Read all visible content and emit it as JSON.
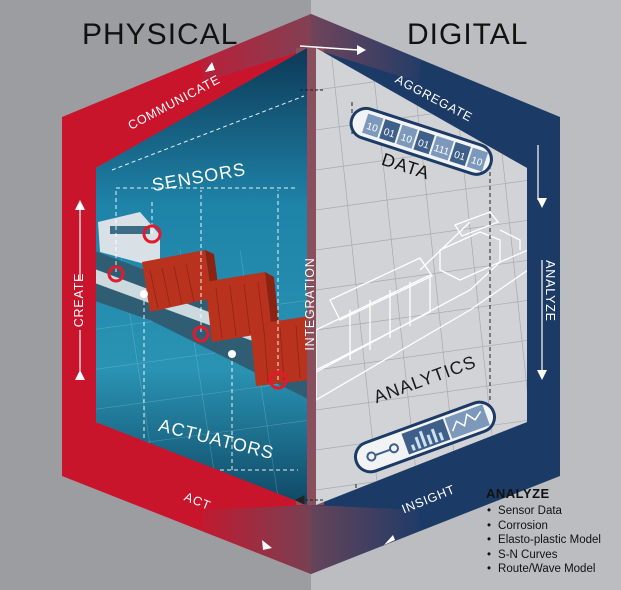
{
  "titles": {
    "physical": "PHYSICAL",
    "digital": "DIGITAL"
  },
  "cycle": {
    "communicate": "COMMUNICATE",
    "aggregate": "AGGREGATE",
    "analyze": "ANALYZE",
    "insight": "INSIGHT",
    "act": "ACT",
    "create": "CREATE",
    "integration": "INTEGRATION"
  },
  "labels": {
    "sensors": "SENSORS",
    "actuators": "ACTUATORS",
    "data": "DATA",
    "analytics": "ANALYTICS",
    "binary": [
      "10",
      "01",
      "10",
      "01",
      "111",
      "01",
      "10"
    ]
  },
  "legend": {
    "heading": "ANALYZE",
    "items": [
      "Sensor Data",
      "Corrosion",
      "Elasto-plastic Model",
      "S-N Curves",
      "Route/Wave Model"
    ]
  },
  "colors": {
    "physical_red": "#c8152c",
    "digital_navy": "#1c3a66",
    "integration_mauve": "#8a4f5c",
    "sea_blue": "#1e7fa6",
    "container_red": "#b8321d"
  }
}
